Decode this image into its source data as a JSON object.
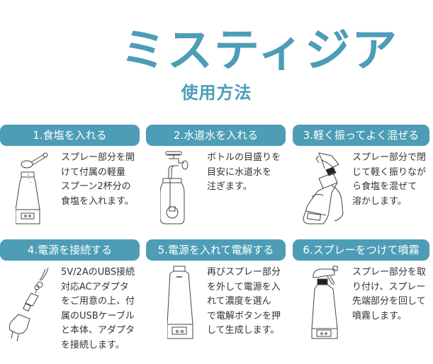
{
  "header": {
    "logo_text": "ミスティジア",
    "subtitle": "使用方法"
  },
  "accent_color": "#4d9db6",
  "steps": [
    {
      "title": "1.食塩を入れる",
      "icon": "bottle-with-spoon-icon",
      "text": "スプレー部分を開\nけて付属の軽量\nスプーン2杯分の\n食塩を入れます。"
    },
    {
      "title": "2.水道水を入れる",
      "icon": "faucet-filling-bottle-icon",
      "text": "ボトルの目盛りを\n目安に水道水を\n注ぎます。"
    },
    {
      "title": "3.軽く振ってよく混ぜる",
      "icon": "hand-shaking-spray-bottle-icon",
      "text": "スプレー部分で閉\nじて軽く振りなが\nら食塩を混ぜて\n溶かします。"
    },
    {
      "title": "4.電源を接続する",
      "icon": "usb-cable-adapter-icon",
      "text": "5V/2AのUBS接続\n対応ACアダプタ\nをご用意の上、付\n属のUSBケーブル\nと本体、アダプタ\nを接続します。"
    },
    {
      "title": "5.電源を入れて電解する",
      "icon": "device-bottle-icon",
      "text": "再びスプレー部分\nを外して電源を入\nれて濃度を選ん\nで電解ボタンを押\nして生成します。"
    },
    {
      "title": "6.スプレーをつけて噴霧",
      "icon": "spray-bottle-icon",
      "text": "スプレー部分を取\nり付け、スプレー\n先端部分を回して\n噴霧します。"
    }
  ]
}
